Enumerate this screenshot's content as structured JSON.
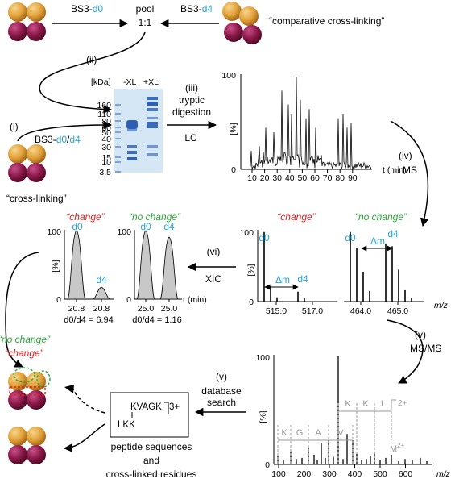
{
  "colors": {
    "gold": "#e2a23a",
    "gold_dark": "#b77518",
    "purple": "#8a1848",
    "purple_dark": "#5a0c2c",
    "cyan": "#2aa5d6",
    "red": "#e02020",
    "green": "#2aa63a",
    "gray_trace": "#9a9a9a",
    "peak_fill": "#c8c8c8",
    "gel_bg": "#d5e6f5",
    "gel_band": "#2d5fb4"
  },
  "top": {
    "reagent_d0_prefix": "BS3-",
    "reagent_d0_suffix": "d0",
    "reagent_d4_prefix": "BS3-",
    "reagent_d4_suffix": "d4",
    "pool_line1": "pool",
    "pool_line2": "1:1",
    "comparative_label": "“comparative cross-linking”"
  },
  "steps": {
    "ii": "(ii)",
    "i": "(i)",
    "iii": "(iii)",
    "iii_line1": "tryptic",
    "iii_line2": "digestion",
    "lc": "LC",
    "iv": "(iv)",
    "ms": "MS",
    "vi": "(vi)",
    "xic": "XIC",
    "v_msms": "(v)",
    "msms": "MS/MS",
    "v_db": "(v)",
    "db_line1": "database",
    "db_line2": "search"
  },
  "left": {
    "reagent_prefix": "BS3-",
    "reagent_d0": "d0",
    "reagent_slash": "/",
    "reagent_d4": "d4",
    "cross_linking_label": "“cross-linking”"
  },
  "gel": {
    "kda_label": "[kDa]",
    "lane_minus": "-XL",
    "lane_plus": "+XL",
    "markers": [
      "160",
      "110",
      "80",
      "60",
      "50",
      "40",
      "30",
      "15",
      "10",
      "3.5"
    ]
  },
  "lc_chart": {
    "y_top": "100",
    "y_zero": "0",
    "y_unit": "[%]",
    "x_ticks": [
      "10",
      "20",
      "30",
      "40",
      "50",
      "60",
      "70",
      "80",
      "90"
    ],
    "x_label": "t (min)"
  },
  "ms_change": {
    "title": "“change”",
    "y_top": "100",
    "y_zero": "0",
    "y_unit": "[%]",
    "d0": "d0",
    "d4": "d4",
    "delta": "Δm",
    "x_ticks": [
      "515.0",
      "517.0"
    ]
  },
  "ms_nochange": {
    "title": "“no change”",
    "d0": "d0",
    "d4": "d4",
    "delta": "Δm",
    "x_ticks": [
      "464.0",
      "465.0"
    ],
    "x_unit": "m/z"
  },
  "xic_change": {
    "title": "“change”",
    "y_top": "100",
    "y_zero": "0",
    "y_unit": "[%]",
    "d0": "d0",
    "d4": "d4",
    "x_ticks": [
      "20.8",
      "20.8"
    ],
    "ratio": "d0/d4 = 6.94"
  },
  "xic_nochange": {
    "title": "“no change”",
    "y_top": "100",
    "y_zero": "0",
    "d0": "d0",
    "d4": "d4",
    "x_ticks": [
      "25.0",
      "25.0"
    ],
    "x_label": "t (min)",
    "ratio": "d0/d4 = 1.16"
  },
  "result": {
    "no_change": "“no change”",
    "change": "“change”"
  },
  "peptide": {
    "seq_top": "KVAGK",
    "charge": "3+",
    "seq_bottom": "LKK",
    "caption1": "peptide sequences",
    "caption2": "and",
    "caption3": "cross-linked residues"
  },
  "msms_chart": {
    "y_top": "100",
    "y_zero": "0",
    "y_unit": "[%]",
    "x_ticks": [
      "100",
      "200",
      "300",
      "400",
      "500",
      "600"
    ],
    "x_unit": "m/z",
    "ion_labels_lower": [
      "K",
      "G",
      "A",
      "V"
    ],
    "ion_labels_upper": [
      "K",
      "K",
      "L"
    ],
    "upper_charge": "2+",
    "precursor_base": "M",
    "precursor_charge": "2+"
  }
}
